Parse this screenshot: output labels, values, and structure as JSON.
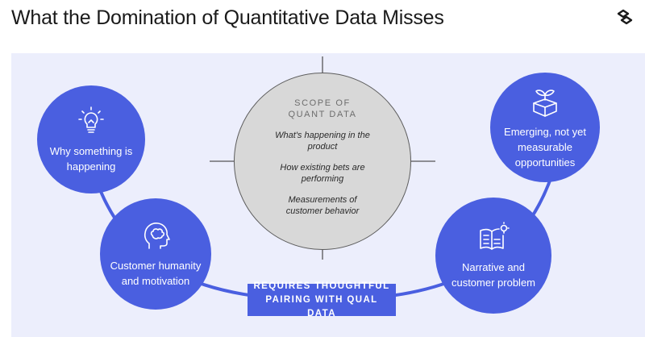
{
  "title": "What the Domination of Quantitative Data Misses",
  "core": {
    "title": "SCOPE OF QUANT DATA",
    "items": [
      "What's happening in the product",
      "How existing bets are performing",
      "Measurements of customer behavior"
    ]
  },
  "nodes": {
    "why": {
      "label": "Why something is happening",
      "icon": "lightbulb-icon"
    },
    "humanity": {
      "label": "Customer humanity and motivation",
      "icon": "brain-head-icon"
    },
    "emerging": {
      "label": "Emerging, not yet measurable opportunities",
      "icon": "sprout-box-icon"
    },
    "narrative": {
      "label": "Narrative and customer problem",
      "icon": "book-idea-icon"
    }
  },
  "badge": {
    "text": "REQUIRES THOUGHTFUL PAIRING WITH QUAL DATA"
  },
  "colors": {
    "accent": "#4a5fe0",
    "panel": "#eceefc",
    "core": "#d8d8d8"
  }
}
